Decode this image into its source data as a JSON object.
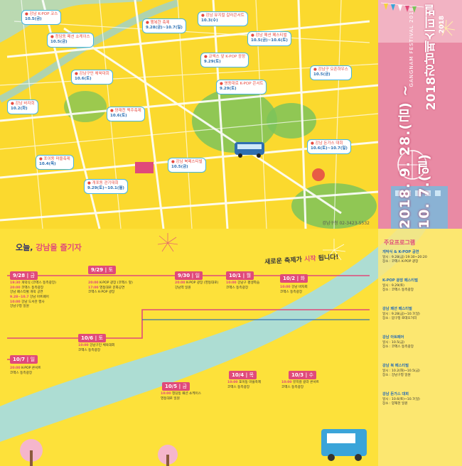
{
  "festival": {
    "name": "2018강남페스티벌",
    "sub": "GANGNAM FESTIVAL 2018",
    "year": "2018",
    "dates": "2018. 9. 28.(금) ~ 10. 7.(일)"
  },
  "map": {
    "callouts": [
      {
        "ev": "● 강남 K-POP 코스",
        "dt": "10.5(금)"
      },
      {
        "ev": "● 청담동 패션 쇼케이스",
        "dt": "10.5(금)"
      },
      {
        "ev": "● 강남구민 체육대회",
        "dt": "10.6(토)"
      },
      {
        "ev": "● 행복한 축제",
        "dt": "9.28(금)~10.7(일)"
      },
      {
        "ev": "● 강남 뮤지컬 갈라콘서트",
        "dt": "10.3(수)"
      },
      {
        "ev": "● 강남 패션 페스티벌",
        "dt": "10.5(금)~10.6(토)"
      },
      {
        "ev": "● 코엑스 앞 K-POP 광장",
        "dt": "9.29(토)"
      },
      {
        "ev": "● 영동대로 K-POP 콘서트",
        "dt": "9.29(토)"
      },
      {
        "ev": "● 강남구 오픈하우스",
        "dt": "10.5(금)"
      },
      {
        "ev": "● 강남 바자회",
        "dt": "10.2(화)"
      },
      {
        "ev": "● 양재천 맥주축제",
        "dt": "10.6(토)"
      },
      {
        "ev": "● 강남 돈가스 대회",
        "dt": "10.6(토)~10.7(일)"
      },
      {
        "ev": "● 포이동 마을축제",
        "dt": "10.4(목)"
      },
      {
        "ev": "● 강남 북페스티벌",
        "dt": "10.5(금)"
      },
      {
        "ev": "● 개포동 걷기대회",
        "dt": "9.29(토)~10.1(월)"
      }
    ],
    "credit": "강남구청 02-3423-5532"
  },
  "schedule": {
    "heading_prefix": "오늘, ",
    "heading_accent": "강남을 즐기자",
    "slogan_prefix": "새로운 축제가 ",
    "slogan_accent": "시작",
    "slogan_suffix": " 됩니다!",
    "days": [
      {
        "date": "9/28",
        "dow": "금",
        "events": [
          {
            "t": "19:30",
            "d": "개막식 (코엑스 동측광장)"
          },
          {
            "t": "20:00",
            "d": "코엑스 동측광장"
          },
          {
            "t": "",
            "d": "강남 페스티벌 개막 공연"
          },
          {
            "t": "9.28~10.7",
            "d": "강남 아트페어"
          },
          {
            "t": "10:00",
            "d": "강남 도서관 행사"
          },
          {
            "t": "",
            "d": "강남구청 일원"
          }
        ]
      },
      {
        "date": "9/29",
        "dow": "토",
        "events": [
          {
            "t": "20:00",
            "d": "K-POP 광장 (코엑스 앞)"
          },
          {
            "t": "17:00",
            "d": "영동대로 문화공연"
          },
          {
            "t": "",
            "d": "코엑스 K-POP 광장"
          }
        ]
      },
      {
        "date": "9/30",
        "dow": "일",
        "events": [
          {
            "t": "20:00",
            "d": "K-POP 광장 (영동대로)"
          },
          {
            "t": "",
            "d": "강남역 일원"
          }
        ]
      },
      {
        "date": "10/1",
        "dow": "월",
        "events": [
          {
            "t": "10:00",
            "d": "강남구 평생학습"
          },
          {
            "t": "",
            "d": "코엑스 동측광장"
          }
        ]
      },
      {
        "date": "10/2",
        "dow": "화",
        "events": [
          {
            "t": "10:00",
            "d": "강남 바자회"
          },
          {
            "t": "",
            "d": "코엑스 동측광장"
          }
        ]
      },
      {
        "date": "10/3",
        "dow": "수",
        "events": [
          {
            "t": "10:00",
            "d": "뮤지컬 갈라 콘서트"
          },
          {
            "t": "",
            "d": "코엑스 동측광장"
          }
        ]
      },
      {
        "date": "10/4",
        "dow": "목",
        "events": [
          {
            "t": "10:00",
            "d": "포이동 마을축제"
          },
          {
            "t": "",
            "d": "코엑스 동측광장"
          }
        ]
      },
      {
        "date": "10/5",
        "dow": "금",
        "events": [
          {
            "t": "10:00",
            "d": "청담동 패션 쇼케이스"
          },
          {
            "t": "",
            "d": "영동대로 일원"
          }
        ]
      },
      {
        "date": "10/6",
        "dow": "토",
        "events": [
          {
            "t": "10:00",
            "d": "강남구민 체육대회"
          },
          {
            "t": "",
            "d": "코엑스 동측광장"
          }
        ]
      },
      {
        "date": "10/7",
        "dow": "일",
        "events": [
          {
            "t": "20:00",
            "d": "K-POP 콘서트"
          },
          {
            "t": "",
            "d": "코엑스 동측광장"
          }
        ]
      }
    ]
  },
  "main_programs": {
    "title": "주요프로그램",
    "items": [
      {
        "name": "개막식 & K-POP 공연",
        "lines": [
          "일시 : 9.28(금) 19:30~20:20",
          "장소 : 코엑스 K-POP 광장"
        ]
      },
      {
        "name": "K-POP 광장 페스티벌",
        "lines": [
          "일시 : 9.29(토)",
          "장소 : 코엑스 동측광장"
        ]
      },
      {
        "name": "강남 패션 페스티벌",
        "lines": [
          "일시 : 9.28(금)~10.7(일)",
          "장소 : 압구정 로데오거리"
        ]
      },
      {
        "name": "강남 아트페어",
        "lines": [
          "일시 : 10.5(금)",
          "장소 : 코엑스 동측광장"
        ]
      },
      {
        "name": "강남 북 페스티벌",
        "lines": [
          "일시 : 10.2(화)~10.5(금)",
          "장소 : 강남구청 일원"
        ]
      },
      {
        "name": "강남 돈가스 대회",
        "lines": [
          "일시 : 10.6(토)~10.7(일)",
          "장소 : 양재천 일원"
        ]
      }
    ]
  },
  "colors": {
    "map_bg": "#fbd92e",
    "schedule_bg": "#fde13a",
    "accent_pink": "#e04a7a",
    "accent_blue": "#2a6fb3",
    "title_panel": "#e78aa0"
  }
}
